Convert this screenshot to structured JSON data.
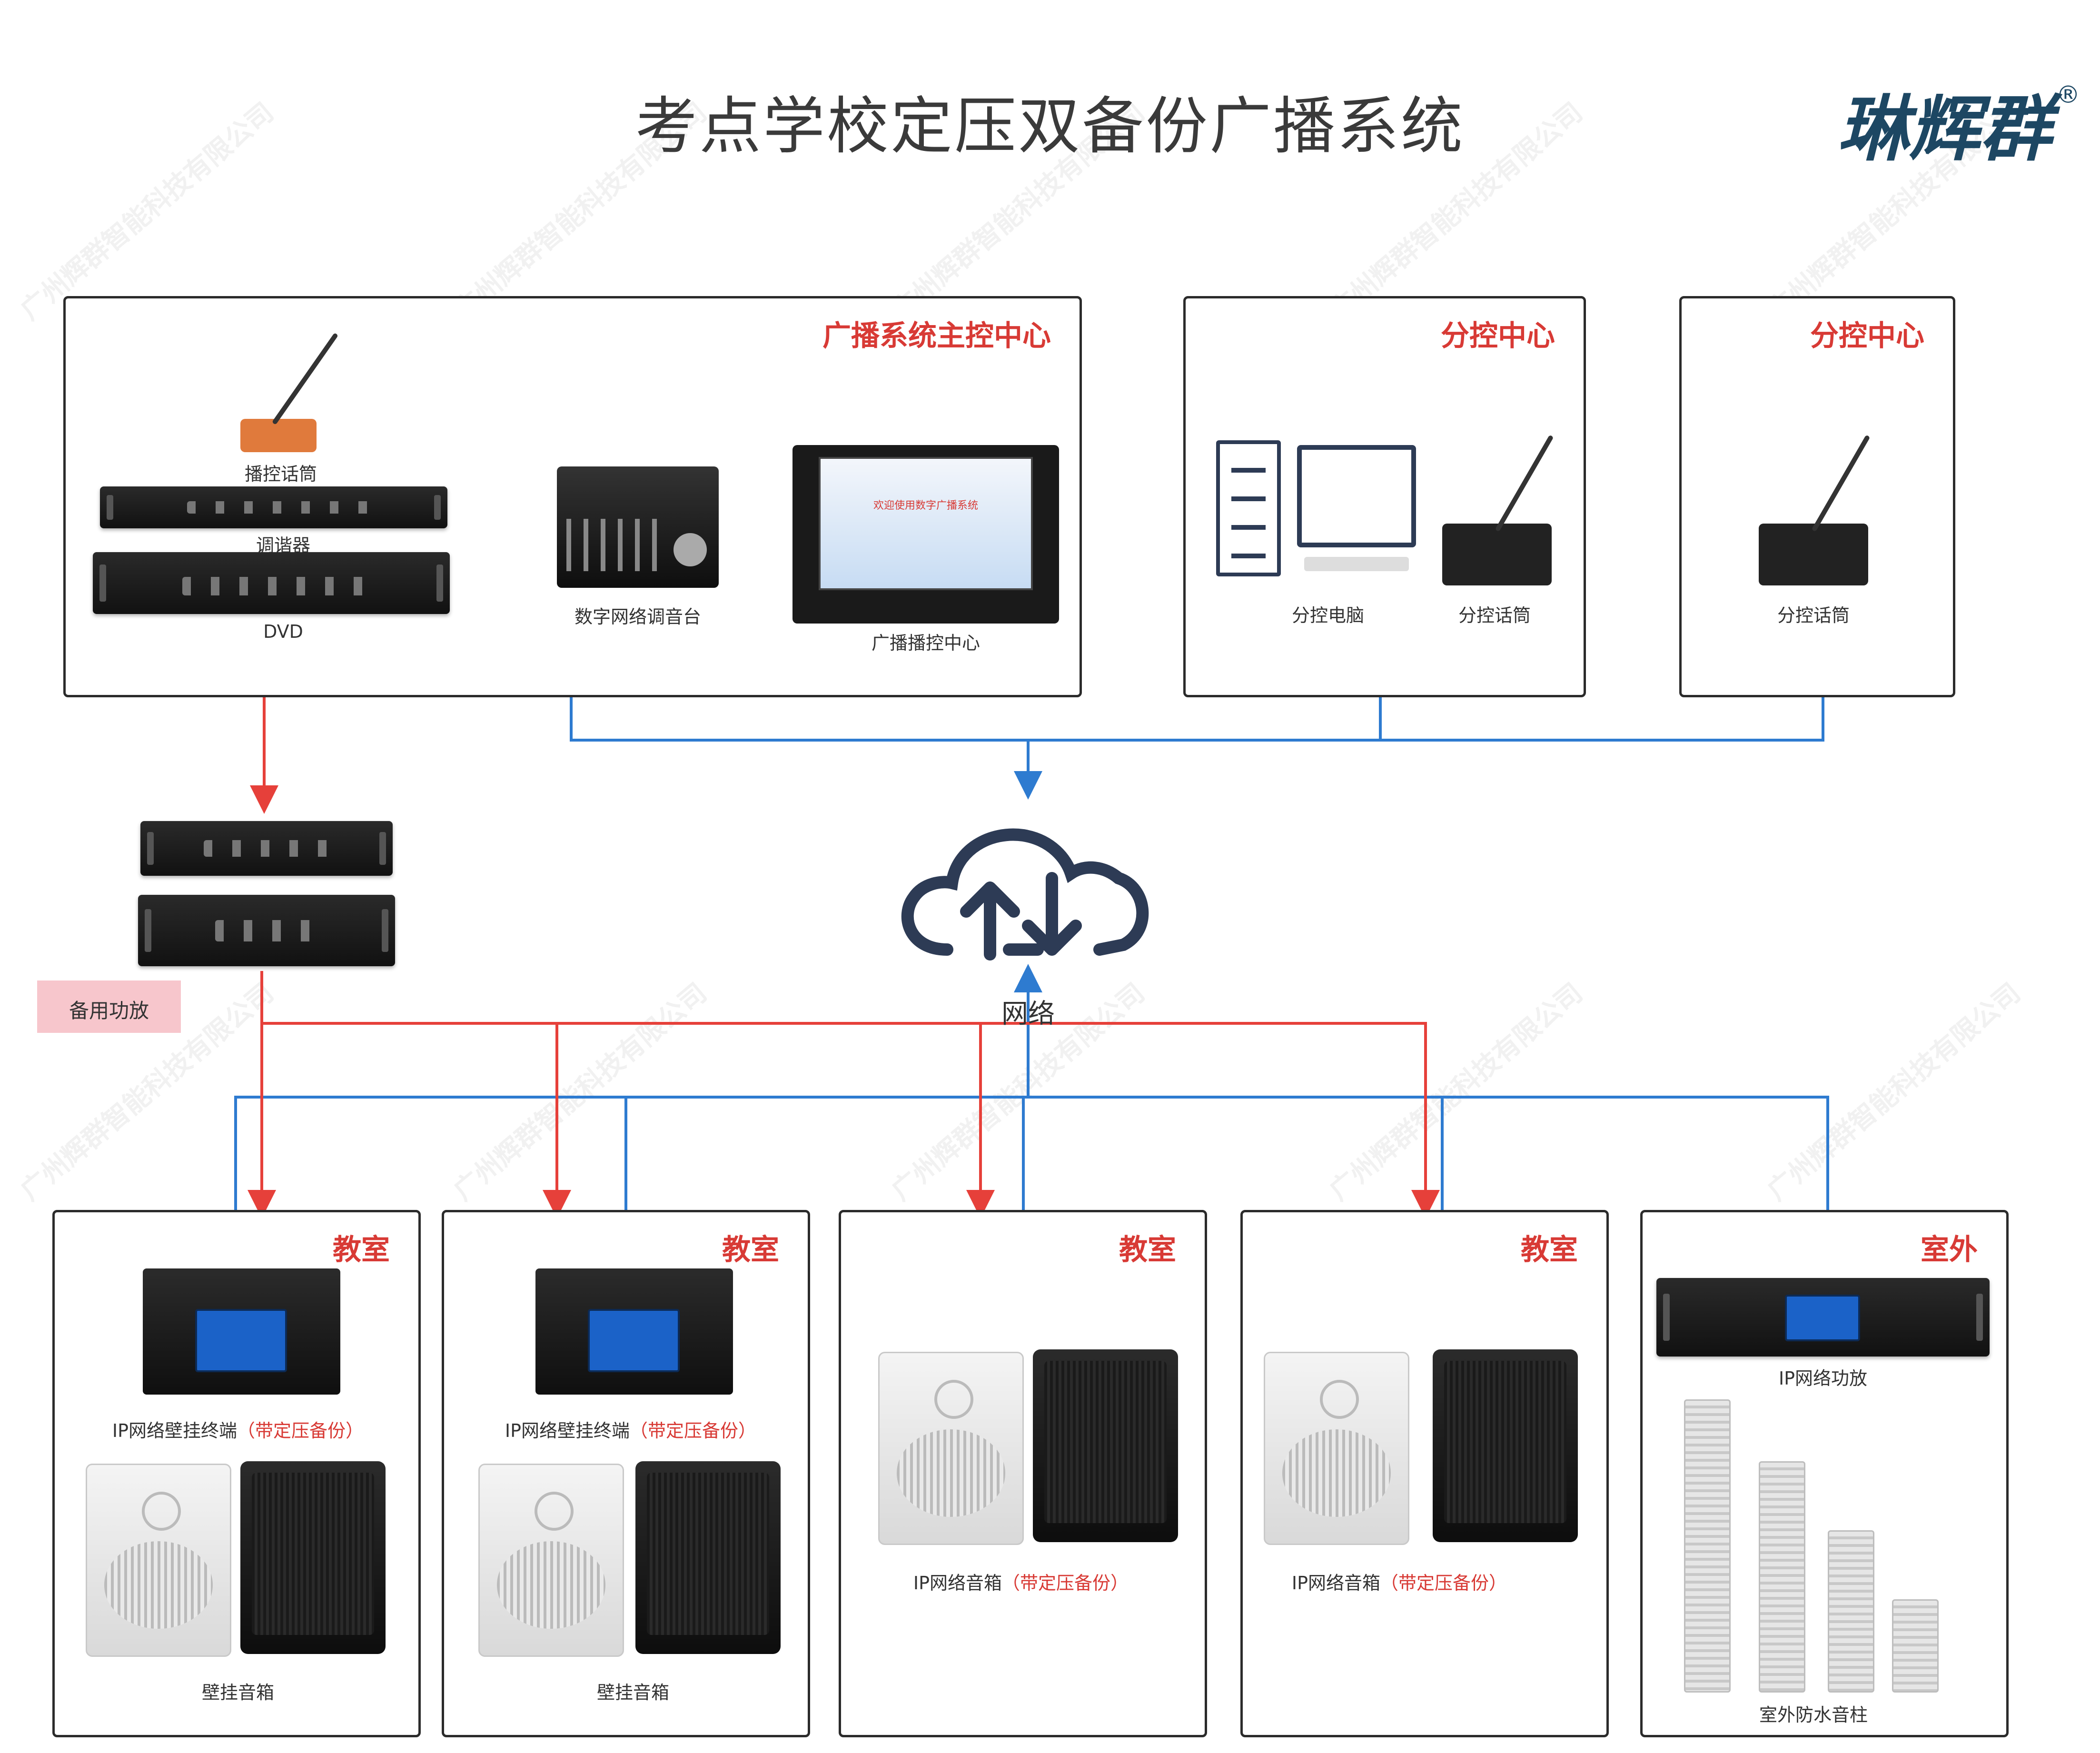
{
  "title": "考点学校定压双备份广播系统",
  "logo": {
    "text": "琳辉群",
    "registered": "®"
  },
  "watermark_text": "广州辉群智能科技有限公司",
  "colors": {
    "analog_line": "#e6403a",
    "network_line": "#2e7bd0",
    "heading_red": "#d83a35"
  },
  "main_control": {
    "title": "广播系统主控中心",
    "devices": {
      "mic": "播控话筒",
      "tuner": "调谐器",
      "dvd": "DVD",
      "mixer": "数字网络调音台",
      "host": "广播播控中心"
    },
    "host_screen_text": "欢迎使用数字广播系统"
  },
  "sub_control_1": {
    "title": "分控中心",
    "devices": [
      "分控电脑",
      "分控话筒"
    ]
  },
  "sub_control_2": {
    "title": "分控中心",
    "devices": [
      "分控话筒"
    ]
  },
  "backup_amp": {
    "label": "备用功放"
  },
  "network": {
    "label": "网络",
    "icon": "cloud-upload-download-icon"
  },
  "rooms": [
    {
      "title": "教室",
      "terminal": "IP网络壁挂终端",
      "terminal_note": "（带定压备份）",
      "speaker": "壁挂音箱"
    },
    {
      "title": "教室",
      "terminal": "IP网络壁挂终端",
      "terminal_note": "（带定压备份）",
      "speaker": "壁挂音箱"
    },
    {
      "title": "教室",
      "speaker": "IP网络音箱",
      "speaker_note": "（带定压备份）"
    },
    {
      "title": "教室",
      "speaker": "IP网络音箱",
      "speaker_note": "（带定压备份）"
    },
    {
      "title": "室外",
      "amp": "IP网络功放",
      "speaker": "室外防水音柱"
    }
  ]
}
